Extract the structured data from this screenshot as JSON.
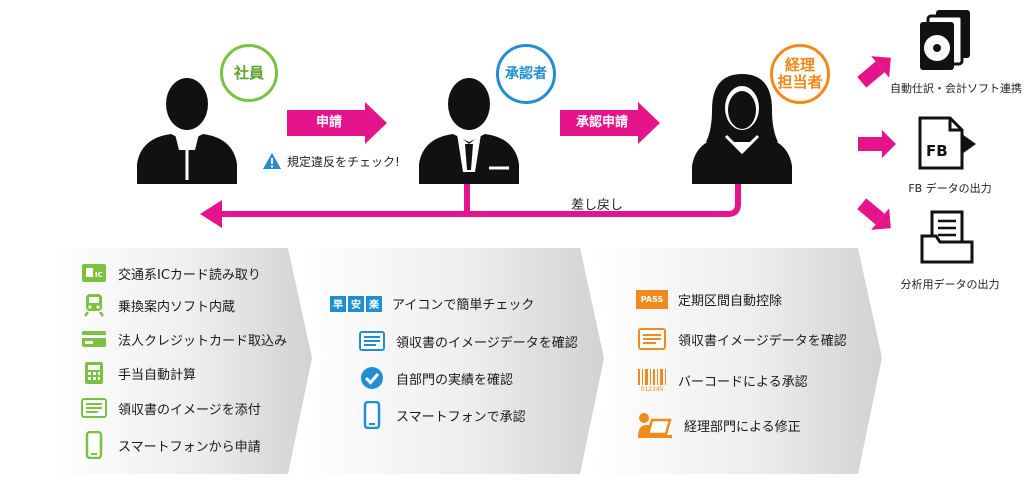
{
  "roles": {
    "employee": "社員",
    "approver": "承認者",
    "accounting_line1": "経理",
    "accounting_line2": "担当者"
  },
  "flow": {
    "apply_label": "申請",
    "approval_apply_label": "承認申請",
    "return_label": "差し戻し",
    "warning_text": "規定違反をチェック!"
  },
  "outputs": [
    {
      "label": "自動仕訳・会計ソフト連携",
      "icon": "disc-documents-icon"
    },
    {
      "label": "FB データの出力",
      "icon": "fb-file-icon"
    },
    {
      "label": "分析用データの出力",
      "icon": "folder-document-icon"
    }
  ],
  "panels": {
    "employee": [
      {
        "label": "交通系ICカード読み取り",
        "icon": "ic-card-icon"
      },
      {
        "label": "乗換案内ソフト内蔵",
        "icon": "train-icon"
      },
      {
        "label": "法人クレジットカード取込み",
        "icon": "credit-card-icon"
      },
      {
        "label": "手当自動計算",
        "icon": "calculator-icon"
      },
      {
        "label": "領収書のイメージを添付",
        "icon": "receipt-icon"
      },
      {
        "label": "スマートフォンから申請",
        "icon": "smartphone-icon"
      }
    ],
    "approver": [
      {
        "label": "アイコンで簡単チェック",
        "icon": "badge-icons",
        "badges": [
          "早",
          "安",
          "楽"
        ]
      },
      {
        "label": "領収書のイメージデータを確認",
        "icon": "receipt-icon"
      },
      {
        "label": "自部門の実績を確認",
        "icon": "check-circle-icon"
      },
      {
        "label": "スマートフォンで承認",
        "icon": "smartphone-icon"
      }
    ],
    "accounting": [
      {
        "label": "定期区間自動控除",
        "icon": "pass-icon",
        "badge": "PASS"
      },
      {
        "label": "領収書イメージデータを確認",
        "icon": "receipt-icon"
      },
      {
        "label": "バーコードによる承認",
        "icon": "barcode-icon",
        "barcode_number": "012345"
      },
      {
        "label": "経理部門による修正",
        "icon": "laptop-edit-icon"
      }
    ]
  },
  "colors": {
    "pink": "#e6148a",
    "green": "#7dc142",
    "blue": "#1f8fd1",
    "orange": "#f08a1c",
    "panel_gray": "#d9d9d9"
  }
}
